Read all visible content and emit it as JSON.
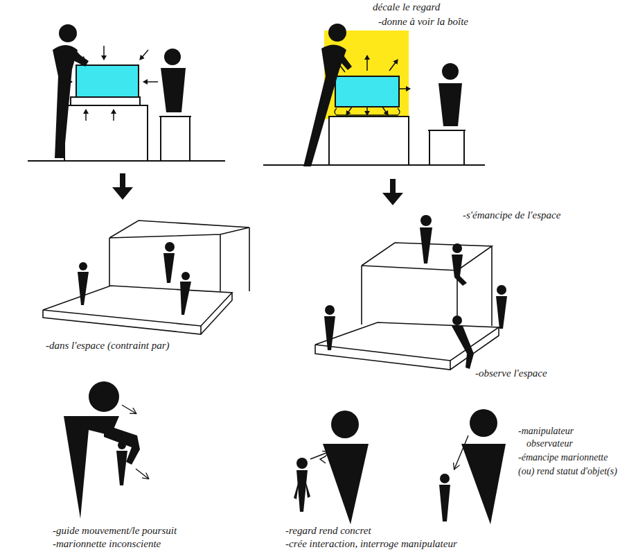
{
  "diagram": {
    "labels": [
      "décale le regard",
      "-donne à voir la boîte",
      "-s'émancipe de l'espace",
      "-dans l'espace (contraint par)",
      "-observe l'espace",
      "-guide mouvement/le poursuit",
      "-marionnette inconsciente",
      "-manipulateur",
      "observateur",
      "-émancipe marionnette",
      "(ou) rend statut d'objet(s)",
      "-regard rend concret",
      "-crée interaction, interroge manipulateur"
    ]
  }
}
